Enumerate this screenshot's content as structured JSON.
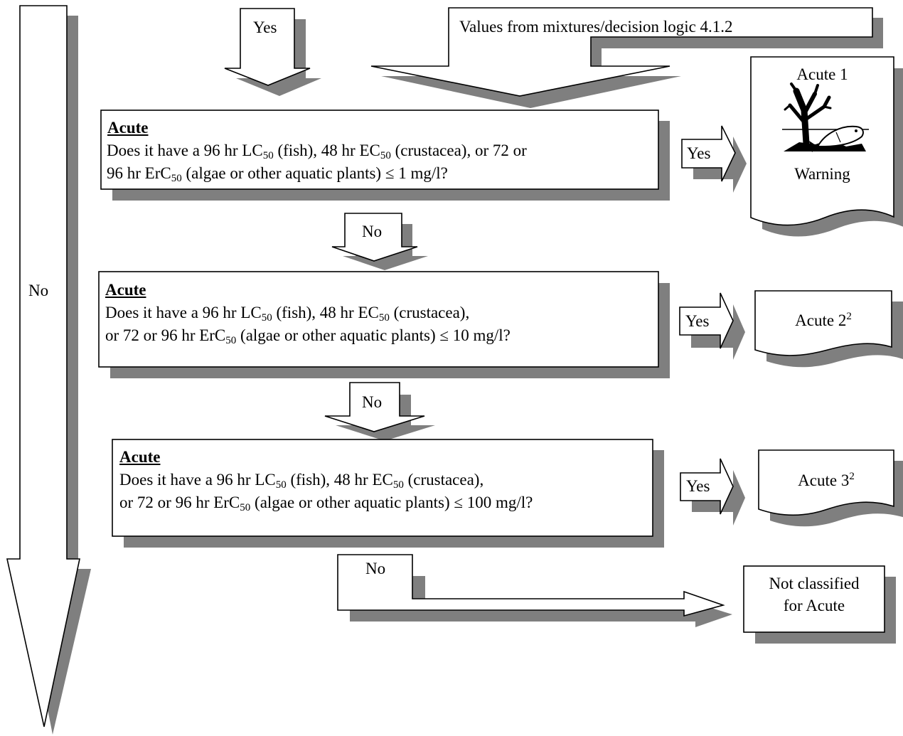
{
  "left_arrow": {
    "label": "No"
  },
  "top_yes_arrow": {
    "label": "Yes"
  },
  "mixtures_arrow": {
    "label": "Values from mixtures/decision logic 4.1.2"
  },
  "questions": [
    {
      "heading": "Acute",
      "line1_pre": "Does it have a 96 hr LC",
      "line1_sub1": "50",
      "line1_mid": " (fish), 48 hr EC",
      "line1_sub2": "50",
      "line1_post": " (crustacea), or 72 or",
      "line2_pre": "96 hr ErC",
      "line2_sub": "50",
      "line2_post": " (algae or other aquatic plants) ≤ 1 mg/l?"
    },
    {
      "heading": "Acute",
      "line1_pre": "Does it have a 96 hr LC",
      "line1_sub1": "50",
      "line1_mid": " (fish), 48 hr EC",
      "line1_sub2": "50",
      "line1_post": " (crustacea),",
      "line2_pre": "or 72 or 96 hr ErC",
      "line2_sub": "50",
      "line2_post": " (algae or other aquatic plants) ≤ 10 mg/l?"
    },
    {
      "heading": "Acute",
      "line1_pre": "Does it have a 96 hr LC",
      "line1_sub1": "50",
      "line1_mid": " (fish), 48 hr EC",
      "line1_sub2": "50",
      "line1_post": " (crustacea),",
      "line2_pre": "or 72 or 96 hr ErC",
      "line2_sub": "50",
      "line2_post": " (algae or other aquatic plants) ≤ 100 mg/l?"
    }
  ],
  "yes_arrows": [
    "Yes",
    "Yes",
    "Yes"
  ],
  "no_arrows": [
    "No",
    "No",
    "No"
  ],
  "results": {
    "acute1": {
      "title": "Acute 1",
      "signal": "Warning",
      "pictogram": "environment-hazard-icon"
    },
    "acute2": {
      "title": "Acute 2",
      "sup": "2"
    },
    "acute3": {
      "title": "Acute 3",
      "sup": "2"
    },
    "not_classified": {
      "line1": "Not classified",
      "line2": "for Acute"
    }
  },
  "colors": {
    "shadow": "#7f7f7f",
    "stroke": "#000000",
    "fill": "#ffffff"
  }
}
